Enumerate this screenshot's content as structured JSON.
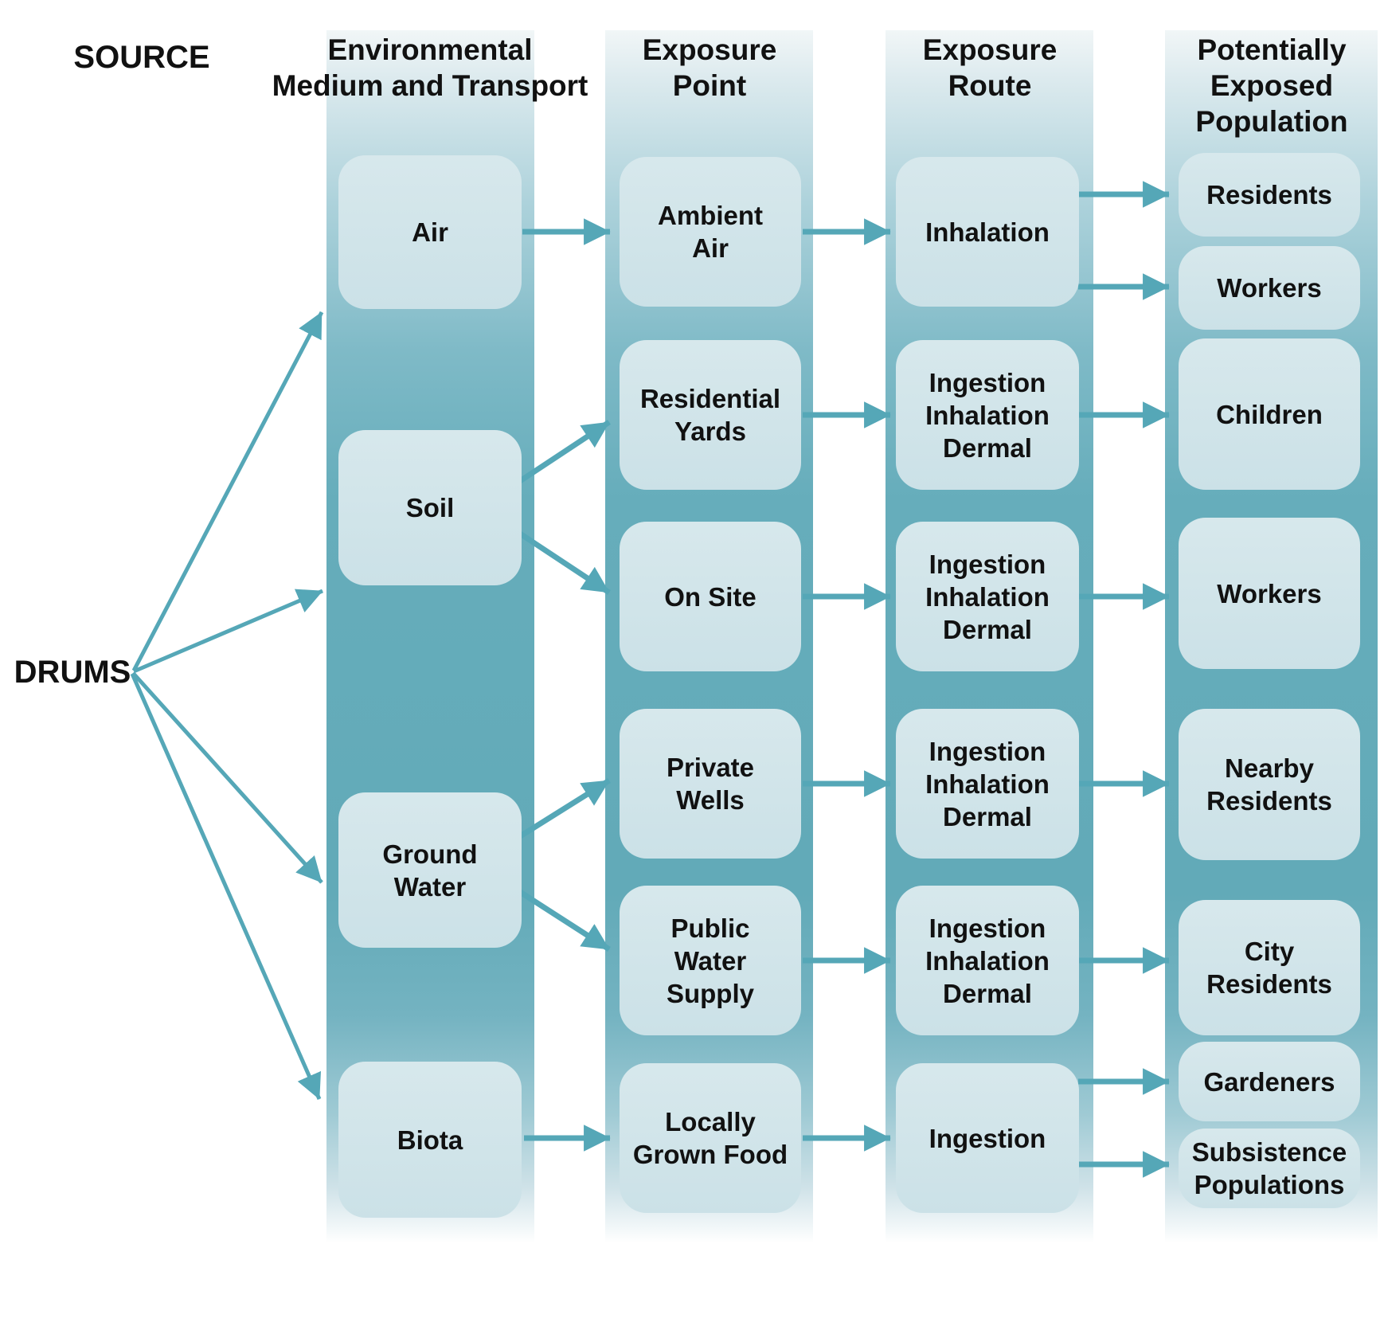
{
  "source": {
    "header": "SOURCE",
    "node_label": "DRUMS"
  },
  "columns": [
    {
      "id": "medium",
      "header": "Environmental\nMedium and Transport",
      "boxes": [
        {
          "id": "air",
          "label": "Air"
        },
        {
          "id": "soil",
          "label": "Soil"
        },
        {
          "id": "groundwater",
          "label": "Ground\nWater"
        },
        {
          "id": "biota",
          "label": "Biota"
        }
      ]
    },
    {
      "id": "point",
      "header": "Exposure\nPoint",
      "boxes": [
        {
          "id": "ambientair",
          "label": "Ambient\nAir"
        },
        {
          "id": "residentialyards",
          "label": "Residential\nYards"
        },
        {
          "id": "onsite",
          "label": "On Site"
        },
        {
          "id": "privatewells",
          "label": "Private\nWells"
        },
        {
          "id": "publicwater",
          "label": "Public\nWater\nSupply"
        },
        {
          "id": "locallygrown",
          "label": "Locally\nGrown Food"
        }
      ]
    },
    {
      "id": "route",
      "header": "Exposure\nRoute",
      "boxes": [
        {
          "id": "inhalation",
          "label": "Inhalation"
        },
        {
          "id": "iid1",
          "label": "Ingestion\nInhalation\nDermal"
        },
        {
          "id": "iid2",
          "label": "Ingestion\nInhalation\nDermal"
        },
        {
          "id": "iid3",
          "label": "Ingestion\nInhalation\nDermal"
        },
        {
          "id": "iid4",
          "label": "Ingestion\nInhalation\nDermal"
        },
        {
          "id": "ingestion",
          "label": "Ingestion"
        }
      ]
    },
    {
      "id": "population",
      "header": "Potentially\nExposed\nPopulation",
      "boxes": [
        {
          "id": "residents",
          "label": "Residents"
        },
        {
          "id": "workers1",
          "label": "Workers"
        },
        {
          "id": "children",
          "label": "Children"
        },
        {
          "id": "workers2",
          "label": "Workers"
        },
        {
          "id": "nearbyresidents",
          "label": "Nearby\nResidents"
        },
        {
          "id": "cityresidents",
          "label": "City\nResidents"
        },
        {
          "id": "gardeners",
          "label": "Gardeners"
        },
        {
          "id": "subsistence",
          "label": "Subsistence\nPopulations"
        }
      ]
    }
  ],
  "edges": [
    {
      "from": "drums",
      "to": "air"
    },
    {
      "from": "drums",
      "to": "soil"
    },
    {
      "from": "drums",
      "to": "groundwater"
    },
    {
      "from": "drums",
      "to": "biota"
    },
    {
      "from": "air",
      "to": "ambientair"
    },
    {
      "from": "soil",
      "to": "residentialyards"
    },
    {
      "from": "soil",
      "to": "onsite"
    },
    {
      "from": "groundwater",
      "to": "privatewells"
    },
    {
      "from": "groundwater",
      "to": "publicwater"
    },
    {
      "from": "biota",
      "to": "locallygrown"
    },
    {
      "from": "ambientair",
      "to": "inhalation"
    },
    {
      "from": "residentialyards",
      "to": "iid1"
    },
    {
      "from": "onsite",
      "to": "iid2"
    },
    {
      "from": "privatewells",
      "to": "iid3"
    },
    {
      "from": "publicwater",
      "to": "iid4"
    },
    {
      "from": "locallygrown",
      "to": "ingestion"
    },
    {
      "from": "inhalation",
      "to": "residents"
    },
    {
      "from": "inhalation",
      "to": "workers1"
    },
    {
      "from": "iid1",
      "to": "children"
    },
    {
      "from": "iid2",
      "to": "workers2"
    },
    {
      "from": "iid3",
      "to": "nearbyresidents"
    },
    {
      "from": "iid4",
      "to": "cityresidents"
    },
    {
      "from": "ingestion",
      "to": "gardeners"
    },
    {
      "from": "ingestion",
      "to": "subsistence"
    }
  ],
  "colors": {
    "band_teal": "#62aab8",
    "band_light": "#dceaee",
    "box_fill": "#cfe3e8",
    "arrow": "#55a7b7",
    "text": "#111111"
  }
}
